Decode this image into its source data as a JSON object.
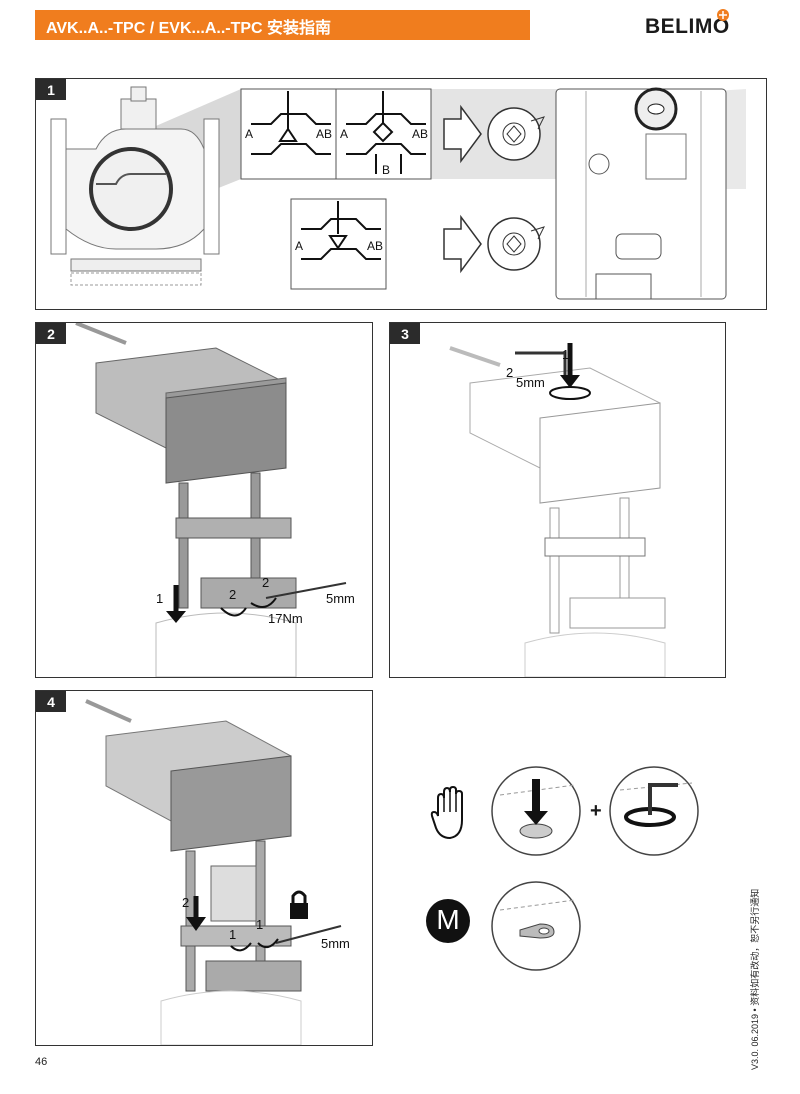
{
  "header": {
    "title": "AVK..A..-TPC / EVK...A..-TPC 安装指南",
    "logo": "BELIMO",
    "accent_color": "#f07d1e"
  },
  "steps": [
    {
      "number": "1",
      "labels": {
        "a": "A",
        "ab": "AB",
        "b": "B"
      }
    },
    {
      "number": "2",
      "labels": {
        "step1": "1",
        "step2a": "2",
        "step2b": "2",
        "torque": "17Nm",
        "wrench": "5mm"
      }
    },
    {
      "number": "3",
      "labels": {
        "step1": "1",
        "step2": "2",
        "wrench": "5mm"
      }
    },
    {
      "number": "4",
      "labels": {
        "step2": "2",
        "step1a": "1",
        "step1b": "1",
        "wrench": "5mm"
      }
    }
  ],
  "manual_section": {
    "plus": "+",
    "m_label": "M",
    "hand_icon": "hand-icon"
  },
  "footer": {
    "page_number": "46",
    "version": "V3.0. 06.2019 • 资料如有改动，恕不另行通知"
  }
}
